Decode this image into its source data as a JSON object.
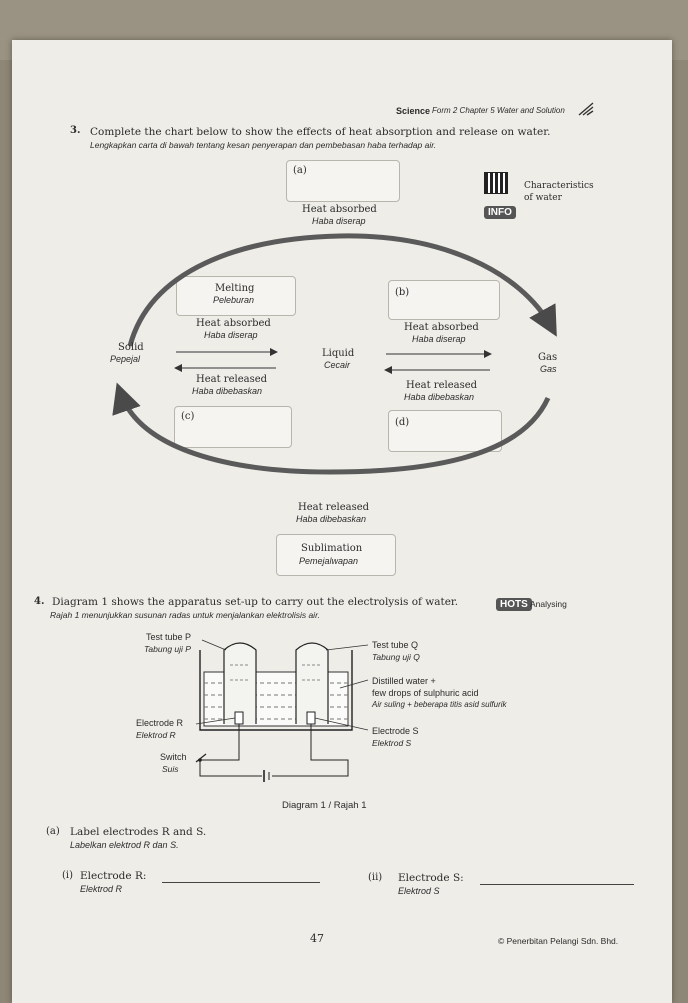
{
  "header": {
    "subject": "Science",
    "chapter": "Form 2  Chapter 5  Water and Solution"
  },
  "q3": {
    "number": "3.",
    "instruction_en": "Complete the chart below to show the effects of heat absorption and release on water.",
    "instruction_ms": "Lengkapkan carta di bawah tentang kesan penyerapan dan pembebasan haba terhadap air.",
    "info": {
      "label_1": "Characteristics",
      "label_2": "of water",
      "badge": "INFO"
    },
    "chart": {
      "box_a": "(a)",
      "box_b": "(b)",
      "box_c": "(c)",
      "box_d": "(d)",
      "heat_absorbed_top_en": "Heat absorbed",
      "heat_absorbed_top_ms": "Haba diserap",
      "melting_en": "Melting",
      "melting_ms": "Peleburan",
      "solid_en": "Solid",
      "solid_ms": "Pepejal",
      "liquid_en": "Liquid",
      "liquid_ms": "Cecair",
      "gas_en": "Gas",
      "gas_ms": "Gas",
      "heat_absorbed_left_en": "Heat absorbed",
      "heat_absorbed_left_ms": "Haba diserap",
      "heat_absorbed_right_en": "Heat absorbed",
      "heat_absorbed_right_ms": "Haba diserap",
      "heat_released_left_en": "Heat released",
      "heat_released_left_ms": "Haba dibebaskan",
      "heat_released_right_en": "Heat released",
      "heat_released_right_ms": "Haba dibebaskan",
      "heat_released_bottom_en": "Heat released",
      "heat_released_bottom_ms": "Haba dibebaskan",
      "sublimation_en": "Sublimation",
      "sublimation_ms": "Pemejalwapan"
    }
  },
  "q4": {
    "number": "4.",
    "instruction_en": "Diagram 1 shows the apparatus set-up to carry out the electrolysis of water.",
    "instruction_ms": "Rajah 1 menunjukkan susunan radas untuk menjalankan elektrolisis air.",
    "hots": {
      "logo": "HOTS",
      "label": "Analysing"
    },
    "diagram": {
      "test_tube_p_en": "Test tube P",
      "test_tube_p_ms": "Tabung uji P",
      "test_tube_q_en": "Test tube Q",
      "test_tube_q_ms": "Tabung uji Q",
      "water_en_1": "Distilled water +",
      "water_en_2": "few drops of sulphuric acid",
      "water_ms": "Air suling + beberapa titis asid sulfurik",
      "electrode_r_en": "Electrode R",
      "electrode_r_ms": "Elektrod R",
      "electrode_s_en": "Electrode S",
      "electrode_s_ms": "Elektrod S",
      "switch_en": "Switch",
      "switch_ms": "Suis",
      "caption": "Diagram 1 / Rajah 1"
    },
    "part_a": {
      "label": "(a)",
      "text_en": "Label electrodes R and S.",
      "text_ms": "Labelkan elektrod R dan S.",
      "i_label": "(i)",
      "i_en": "Electrode R:",
      "i_ms": "Elektrod R",
      "ii_label": "(ii)",
      "ii_en": "Electrode S:",
      "ii_ms": "Elektrod S"
    }
  },
  "footer": {
    "page_number": "47",
    "publisher": "© Penerbitan Pelangi Sdn. Bhd."
  }
}
